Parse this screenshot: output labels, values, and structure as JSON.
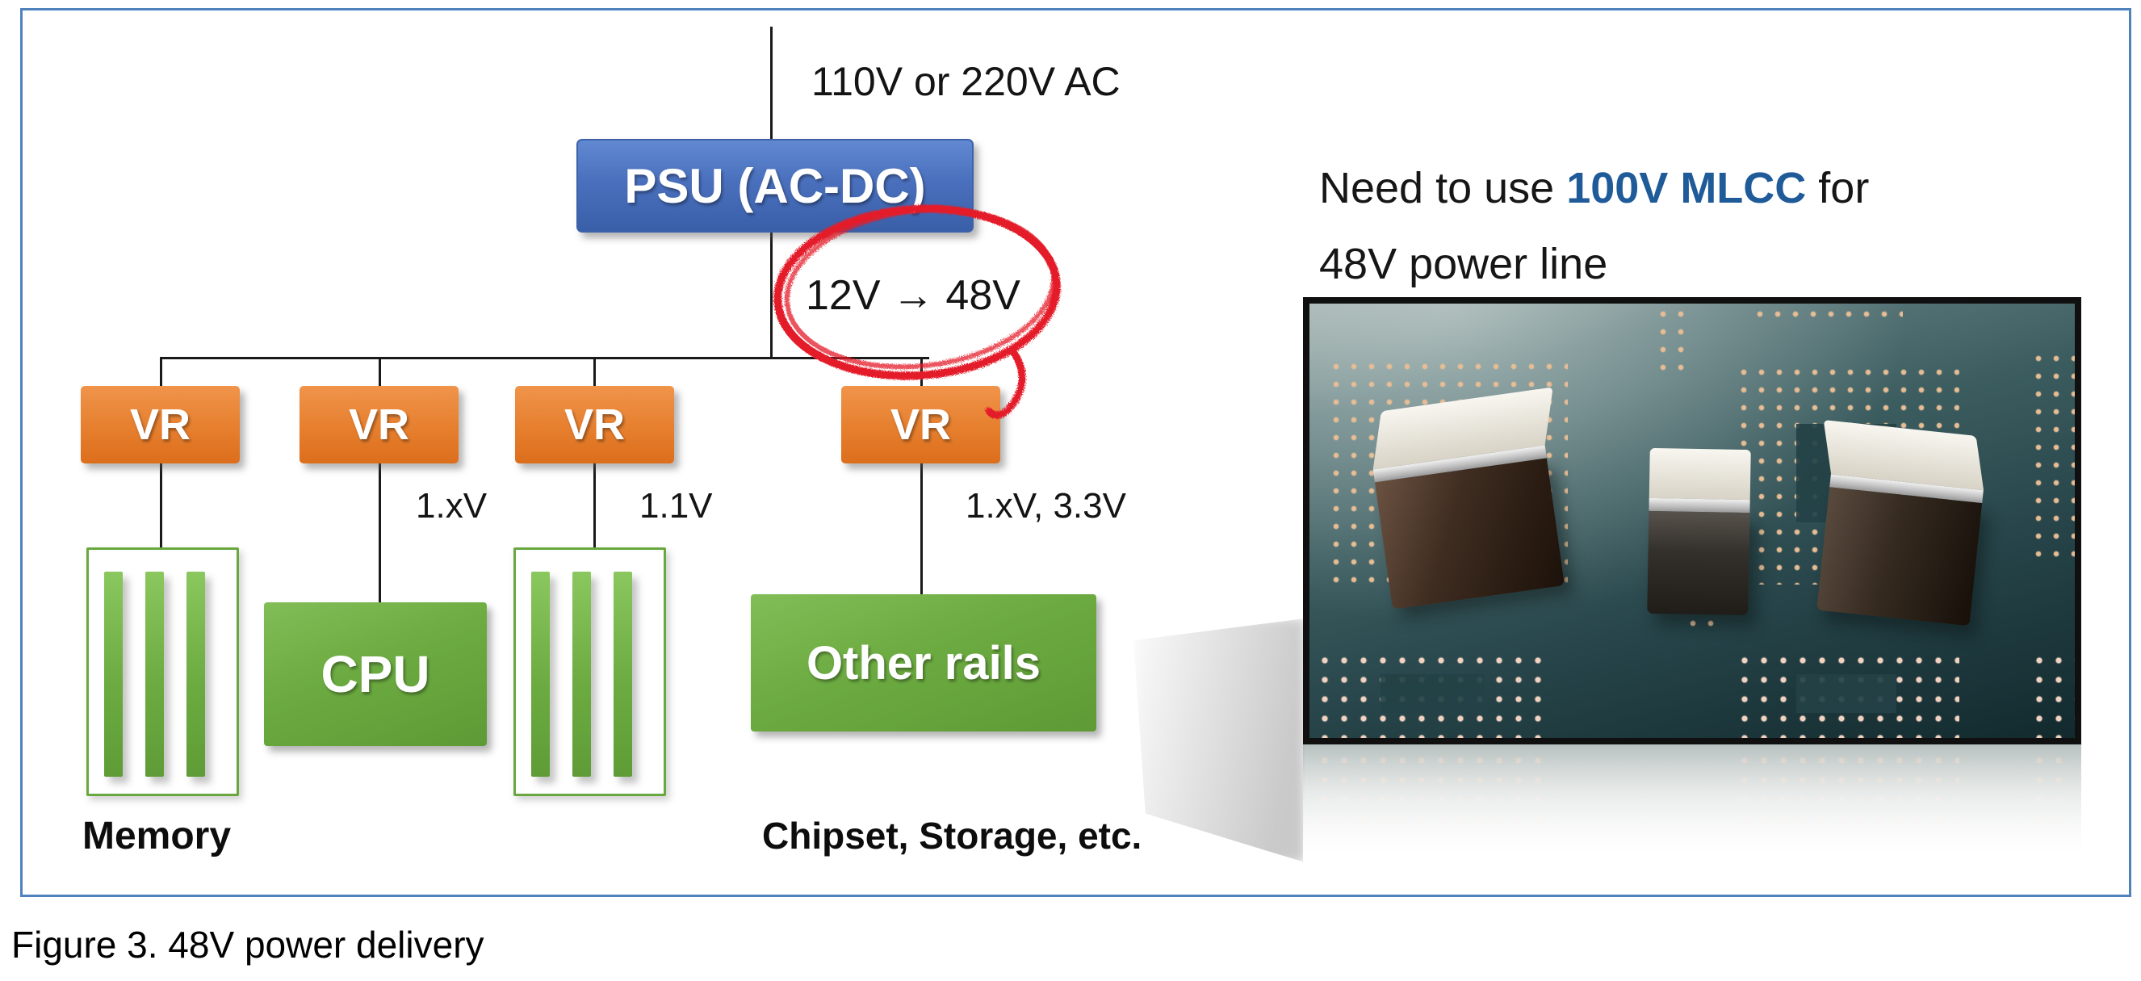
{
  "figure": {
    "caption": "Figure 3. 48V power delivery"
  },
  "diagram": {
    "ac_input_label": "110V or 220V AC",
    "psu": {
      "label": "PSU (AC-DC)"
    },
    "conversion_label": "12V → 48V",
    "vr_labels": [
      "VR",
      "VR",
      "VR",
      "VR"
    ],
    "rail_voltages": {
      "cpu": "1.xV",
      "memory2": "1.1V",
      "other": "1.xV, 3.3V"
    },
    "loads": {
      "cpu": "CPU",
      "other_rails": "Other rails"
    },
    "group_labels": {
      "memory": "Memory",
      "chipset": "Chipset, Storage, etc."
    }
  },
  "annotation": {
    "prefix": "Need to use ",
    "highlight": "100V MLCC",
    "suffix": " for",
    "line2": "48V power line"
  },
  "colors": {
    "frame_border": "#4f81bd",
    "psu_blue": "#4a70bd",
    "vr_orange": "#e67f2e",
    "load_green": "#6cab41",
    "memory_border_green": "#68a83e",
    "annotation_blue": "#1f5a99",
    "marker_red": "#e41d29",
    "wire_black": "#1a1a1a"
  }
}
